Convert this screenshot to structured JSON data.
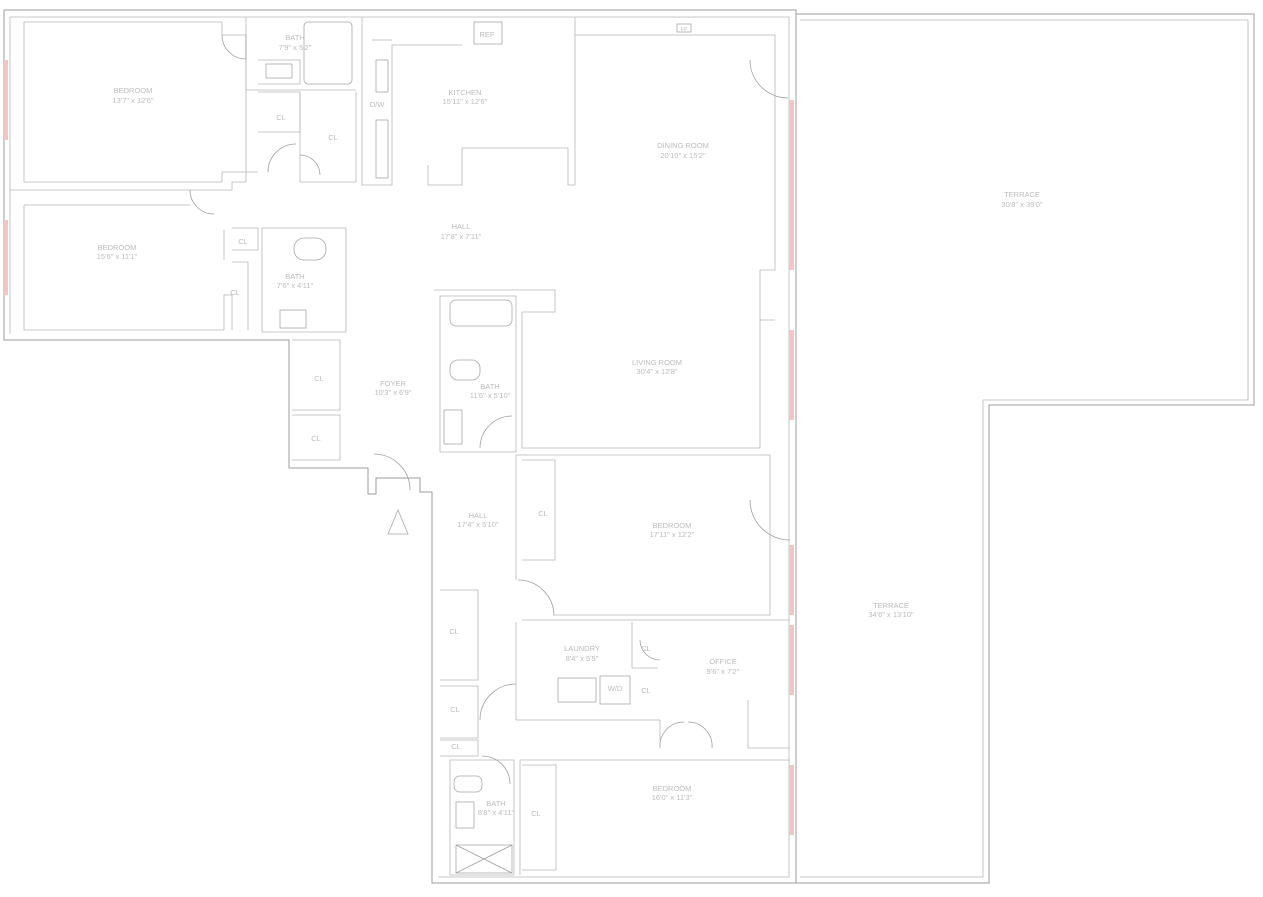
{
  "rooms": [
    {
      "name": "BEDROOM",
      "dims": "13'7\" x 12'6\""
    },
    {
      "name": "BATH",
      "dims": "7'9\" x 5'2\""
    },
    {
      "name": "KITCHEN",
      "dims": "15'11\" x 12'6\""
    },
    {
      "name": "DINING ROOM",
      "dims": "20'10\" x 15'2\""
    },
    {
      "name": "TERRACE",
      "dims": "30'8\" x 39'0\""
    },
    {
      "name": "HALL",
      "dims": "17'8\" x 7'11\""
    },
    {
      "name": "BEDROOM",
      "dims": "15'6\" x 11'1\""
    },
    {
      "name": "BATH",
      "dims": "7'6\" x 4'11\""
    },
    {
      "name": "FOYER",
      "dims": "10'3\" x 6'9\""
    },
    {
      "name": "BATH",
      "dims": "11'6\" x 5'10\""
    },
    {
      "name": "LIVING ROOM",
      "dims": "30'4\" x 12'8\""
    },
    {
      "name": "HALL",
      "dims": "17'4\" x 5'10\""
    },
    {
      "name": "BEDROOM",
      "dims": "17'11\" x 12'2\""
    },
    {
      "name": "TERRACE",
      "dims": "34'6\" x 13'10\""
    },
    {
      "name": "LAUNDRY",
      "dims": "8'4\" x 5'5\""
    },
    {
      "name": "OFFICE",
      "dims": "9'6\" x 7'2\""
    },
    {
      "name": "BEDROOM",
      "dims": "16'0\" x 11'3\""
    },
    {
      "name": "BATH",
      "dims": "8'8\" x 4'11\""
    }
  ],
  "closets": [
    "CL",
    "CL",
    "CL",
    "CL",
    "CL",
    "CL",
    "CL",
    "CL",
    "CL",
    "CL",
    "CL",
    "CL",
    "CL"
  ],
  "fixtures": {
    "refrigerator": "REF",
    "dishwasher": "D/W",
    "washer_dryer": "W/D",
    "fireplace": "FP"
  },
  "colors": {
    "walls": "#9c9c9c",
    "windows": "#f6c4c4",
    "labels": "#bcbcbc"
  }
}
